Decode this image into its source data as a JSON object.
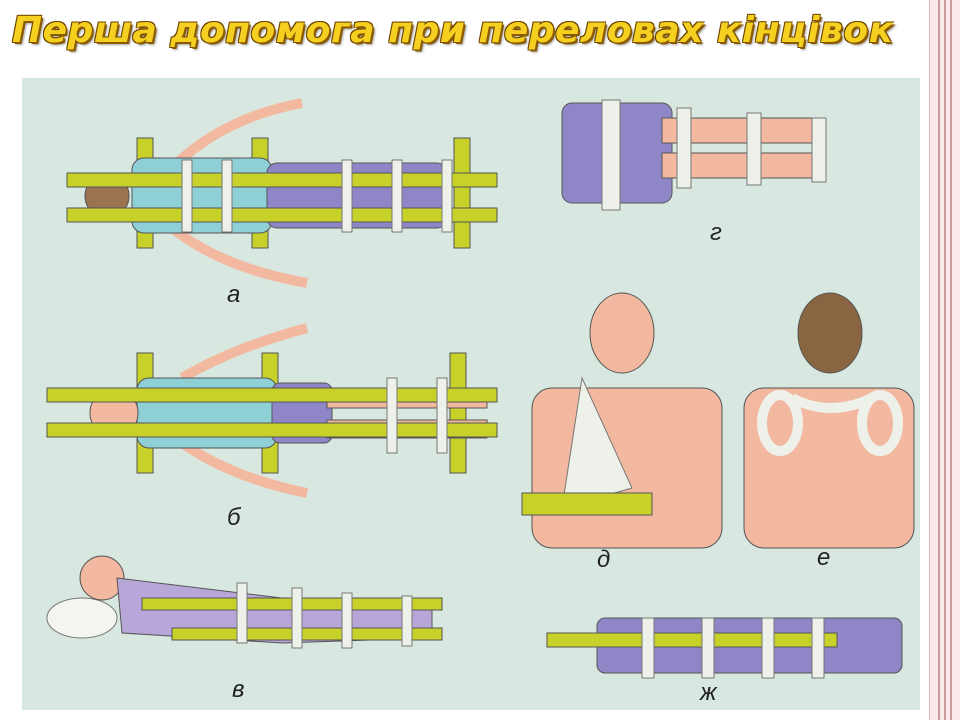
{
  "slide": {
    "title": "Перша допомога при переловах кінцівок"
  },
  "figure": {
    "captions": {
      "a": "а",
      "b": "б",
      "v": "в",
      "g": "г",
      "d": "д",
      "e": "е",
      "zh": "ж"
    }
  },
  "colors": {
    "title": "#f5d020",
    "background": "#d8e8e0",
    "splint": "#c7d12a",
    "bandage": "#eef0ea",
    "trousers": "#8f86c8",
    "shirt": "#8fd0d6",
    "skin": "#f2b9a0"
  }
}
